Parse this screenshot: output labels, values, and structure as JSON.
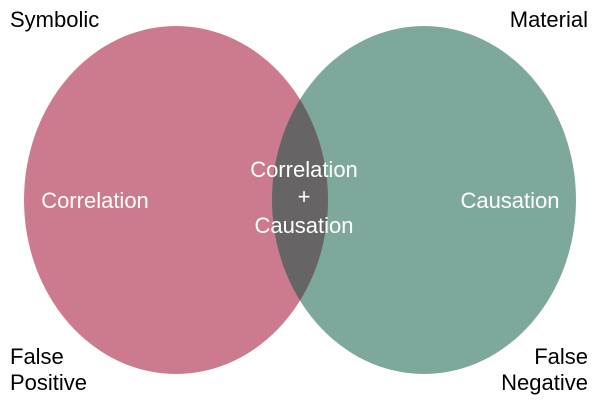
{
  "corners": {
    "top_left": "Symbolic",
    "top_right": "Material",
    "bottom_left": [
      "False",
      "Positive"
    ],
    "bottom_right": [
      "False",
      "Negative"
    ]
  },
  "sets": {
    "left": {
      "label": "Correlation",
      "color": "#cc7b8e"
    },
    "right": {
      "label": "Causation",
      "color": "#7fa89d"
    },
    "intersection": {
      "lines": [
        "Correlation",
        "+",
        "Causation"
      ],
      "color": "#666465"
    }
  },
  "text_color": "#ffffff"
}
